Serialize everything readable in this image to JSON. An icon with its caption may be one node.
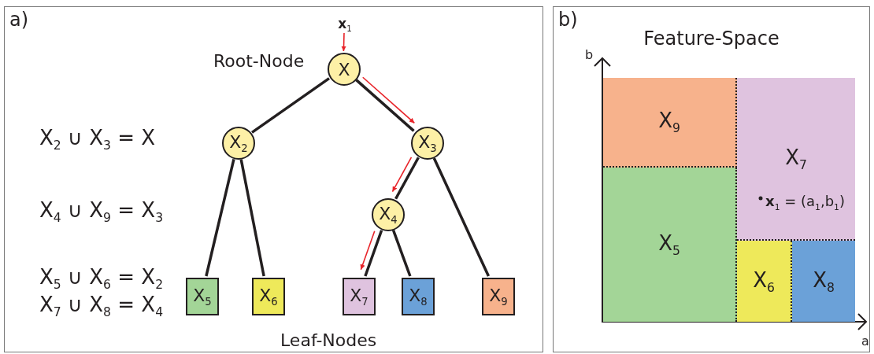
{
  "diagram": {
    "nodes": [
      {
        "text": [
          "a)"
        ]
      },
      {
        "text": [
          "**x**$_{1}$"
        ],
        "in": 0
      },
      {
        "text": [
          "X"
        ],
        "in": 0,
        "beside": [
          "Root-Node"
        ]
      },
      {
        "text": [
          "X$_{2}$"
        ],
        "in": 0
      },
      {
        "text": [
          "X$_{3}$"
        ],
        "in": 0
      },
      {
        "text": [
          "X$_{4}$"
        ],
        "in": 0
      },
      {
        "text": [
          "X$_{5}$"
        ],
        "in": 0
      },
      {
        "text": [
          "X$_{6}$"
        ],
        "in": 0
      },
      {
        "text": [
          "X$_{7}$"
        ],
        "in": 0
      },
      {
        "text": [
          "X$_{8}$"
        ],
        "in": 0
      },
      {
        "text": [
          "X$_{9}$"
        ],
        "in": 0
      },
      {
        "text": [
          "b)",
          "Feature-Space"
        ]
      },
      {
        "text": [
          "X$_{9}$"
        ],
        "in": 11
      },
      {
        "text": [
          "X$_{7}$"
        ],
        "in": 11
      },
      {
        "text": [
          "X$_{5}$"
        ],
        "in": 11
      },
      {
        "text": [
          "X$_{6}$"
        ],
        "in": 11
      },
      {
        "text": [
          "X$_{8}$"
        ],
        "in": 11
      }
    ],
    "edges": [
      {
        "from": 1,
        "to": 2,
        "arrow": "to",
        "color": "#e8242a"
      },
      {
        "from": 2,
        "to": 3,
        "arrow": "none"
      },
      {
        "from": 2,
        "to": 4,
        "arrow": "none"
      },
      {
        "from": 2,
        "to": 4,
        "arrow": "to",
        "color": "#e8242a"
      },
      {
        "from": 3,
        "to": 6,
        "arrow": "none"
      },
      {
        "from": 3,
        "to": 7,
        "arrow": "none"
      },
      {
        "from": 4,
        "to": 5,
        "arrow": "none"
      },
      {
        "from": 4,
        "to": 5,
        "arrow": "to",
        "color": "#e8242a"
      },
      {
        "from": 4,
        "to": 10,
        "arrow": "none"
      },
      {
        "from": 5,
        "to": 8,
        "arrow": "none"
      },
      {
        "from": 5,
        "to": 8,
        "arrow": "to",
        "color": "#e8242a"
      },
      {
        "from": 5,
        "to": 9,
        "arrow": "none"
      }
    ],
    "labels": [
      "X$_{2}$ ∪ X$_{3}$ = X",
      "X$_{4}$ ∪ X$_{9}$ = X$_{3}$",
      "X$_{5}$ ∪ X$_{6}$ = X$_{2}$",
      "X$_{7}$ ∪ X$_{8}$ = X$_{4}$",
      "Leaf-Nodes",
      "b",
      "**x**$_{1}$ = (a$_{1}$,b$_{1}$)",
      "a"
    ]
  }
}
